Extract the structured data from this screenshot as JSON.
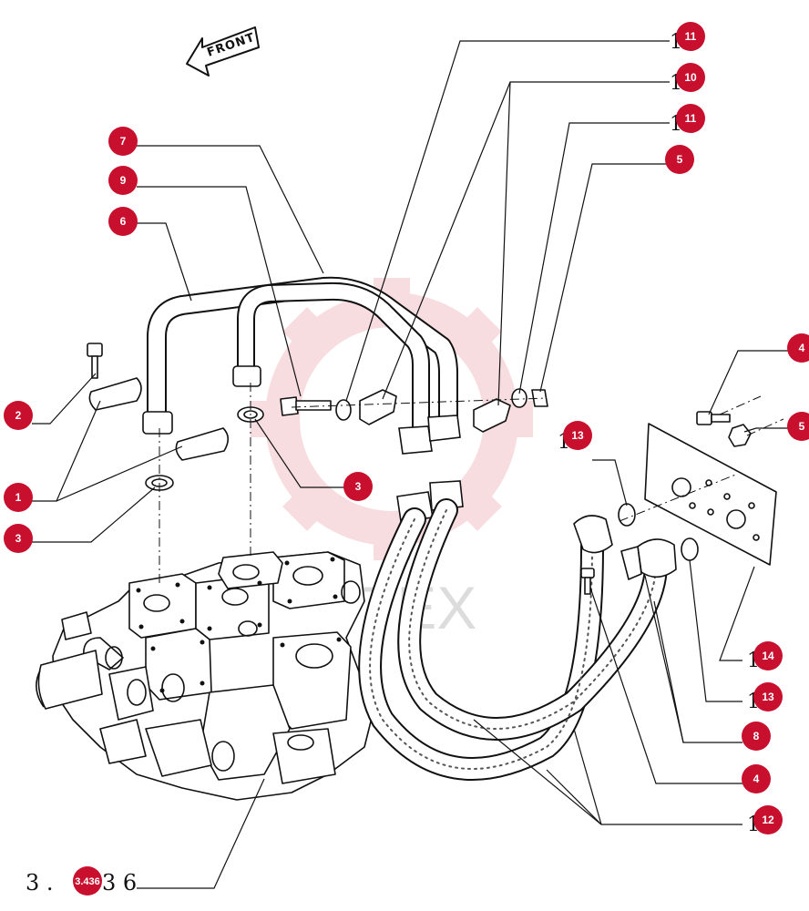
{
  "colors": {
    "callout": "#c8102e",
    "line": "#111111",
    "watermark": "#f2c2c8"
  },
  "front_arrow": {
    "label": "FRONT"
  },
  "watermark": {
    "text": "TEX"
  },
  "drawing_code": {
    "prefix": "3 . ",
    "badge": "3.436",
    "suffix": "3 6"
  },
  "callouts": [
    {
      "id": "c-11a",
      "number": "11",
      "tail": "1"
    },
    {
      "id": "c-10",
      "number": "10",
      "tail": "1"
    },
    {
      "id": "c-11b",
      "number": "11",
      "tail": "1"
    },
    {
      "id": "c-5a",
      "number": "5",
      "tail": ""
    },
    {
      "id": "c-7",
      "number": "7",
      "tail": ""
    },
    {
      "id": "c-9",
      "number": "9",
      "tail": ""
    },
    {
      "id": "c-6",
      "number": "6",
      "tail": ""
    },
    {
      "id": "c-4a",
      "number": "4",
      "tail": ""
    },
    {
      "id": "c-5b",
      "number": "5",
      "tail": ""
    },
    {
      "id": "c-2",
      "number": "2",
      "tail": ""
    },
    {
      "id": "c-13a",
      "number": "13",
      "tail": "1"
    },
    {
      "id": "c-3a",
      "number": "3",
      "tail": ""
    },
    {
      "id": "c-1",
      "number": "1",
      "tail": ""
    },
    {
      "id": "c-3b",
      "number": "3",
      "tail": ""
    },
    {
      "id": "c-14",
      "number": "14",
      "tail": "1"
    },
    {
      "id": "c-13b",
      "number": "13",
      "tail": "1"
    },
    {
      "id": "c-8",
      "number": "8",
      "tail": ""
    },
    {
      "id": "c-4b",
      "number": "4",
      "tail": ""
    },
    {
      "id": "c-12",
      "number": "12",
      "tail": "1"
    }
  ]
}
